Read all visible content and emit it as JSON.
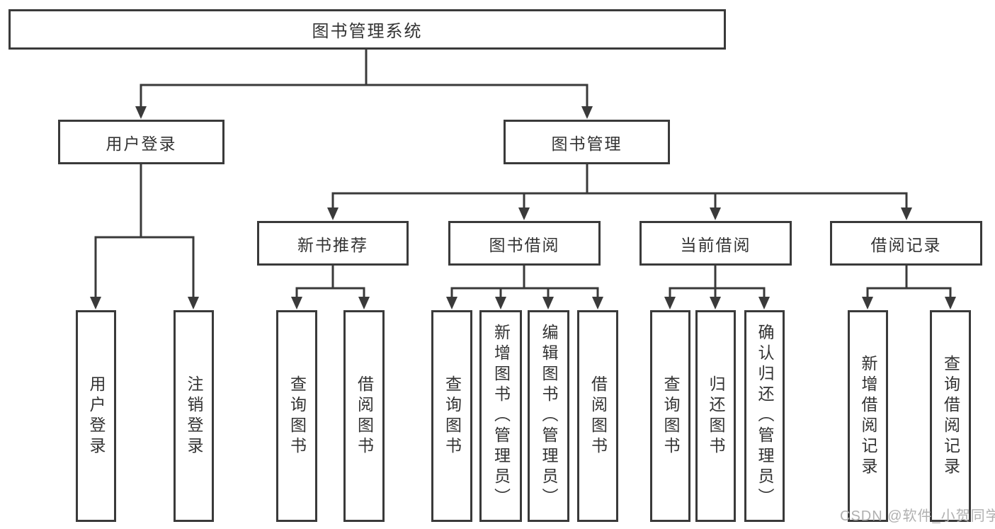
{
  "diagram": {
    "title": "图书管理系统",
    "branches": [
      {
        "label": "用户登录",
        "leaves": [
          "用户登录",
          "注销登录"
        ]
      },
      {
        "label": "图书管理",
        "sections": [
          {
            "label": "新书推荐",
            "leaves": [
              "查询图书",
              "借阅图书"
            ]
          },
          {
            "label": "图书借阅",
            "leaves": [
              "查询图书",
              "新增图书（管理员）",
              "编辑图书（管理员）",
              "借阅图书"
            ]
          },
          {
            "label": "当前借阅",
            "leaves": [
              "查询图书",
              "归还图书",
              "确认归还（管理员）"
            ]
          },
          {
            "label": "借阅记录",
            "leaves": [
              "新增借阅记录",
              "查询借阅记录"
            ]
          }
        ]
      }
    ]
  },
  "watermark": {
    "text": "CSDN @软件_小贺同学"
  },
  "colors": {
    "line": "#3a3a3a",
    "text": "#333333",
    "watermark": "#b0b0b0",
    "background": "#ffffff"
  }
}
